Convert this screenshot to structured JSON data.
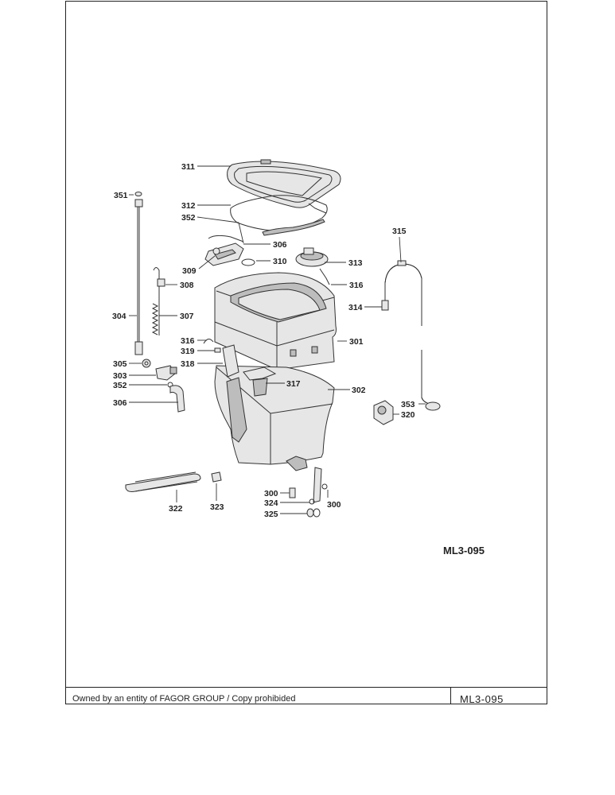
{
  "drawing": {
    "reference_code": "ML3-095",
    "footer": {
      "ownership_text": "Owned by an entity of FAGOR GROUP / Copy prohibided",
      "code": "ML3-095"
    }
  },
  "part_labels": {
    "p311": "311",
    "p351": "351",
    "p312": "312",
    "p352a": "352",
    "p306a": "306",
    "p310": "310",
    "p309": "309",
    "p313": "313",
    "p315": "315",
    "p308": "308",
    "p316a": "316",
    "p314": "314",
    "p304": "304",
    "p307": "307",
    "p316b": "316",
    "p319": "319",
    "p301": "301",
    "p305": "305",
    "p318": "318",
    "p303": "303",
    "p317": "317",
    "p352b": "352",
    "p302": "302",
    "p306b": "306",
    "p353": "353",
    "p320": "320",
    "p300a": "300",
    "p324": "324",
    "p300b": "300",
    "p325": "325",
    "p322": "322",
    "p323": "323"
  }
}
